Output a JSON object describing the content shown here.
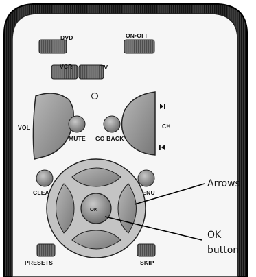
{
  "remote": {
    "buttons": {
      "dvd": "DVD",
      "on_off": "ON•OFF",
      "vcr": "VCR",
      "tv": "TV",
      "vol": "VOL",
      "mute": "MUTE",
      "go_back": "GO BACK",
      "ch": "CH",
      "clear": "CLEAR",
      "menu": "MENU",
      "ok": "OK",
      "presets": "PRESETS",
      "skip": "SKIP"
    }
  },
  "callouts": {
    "arrows": "Arrows",
    "ok_line1": "OK",
    "ok_line2": "button"
  }
}
